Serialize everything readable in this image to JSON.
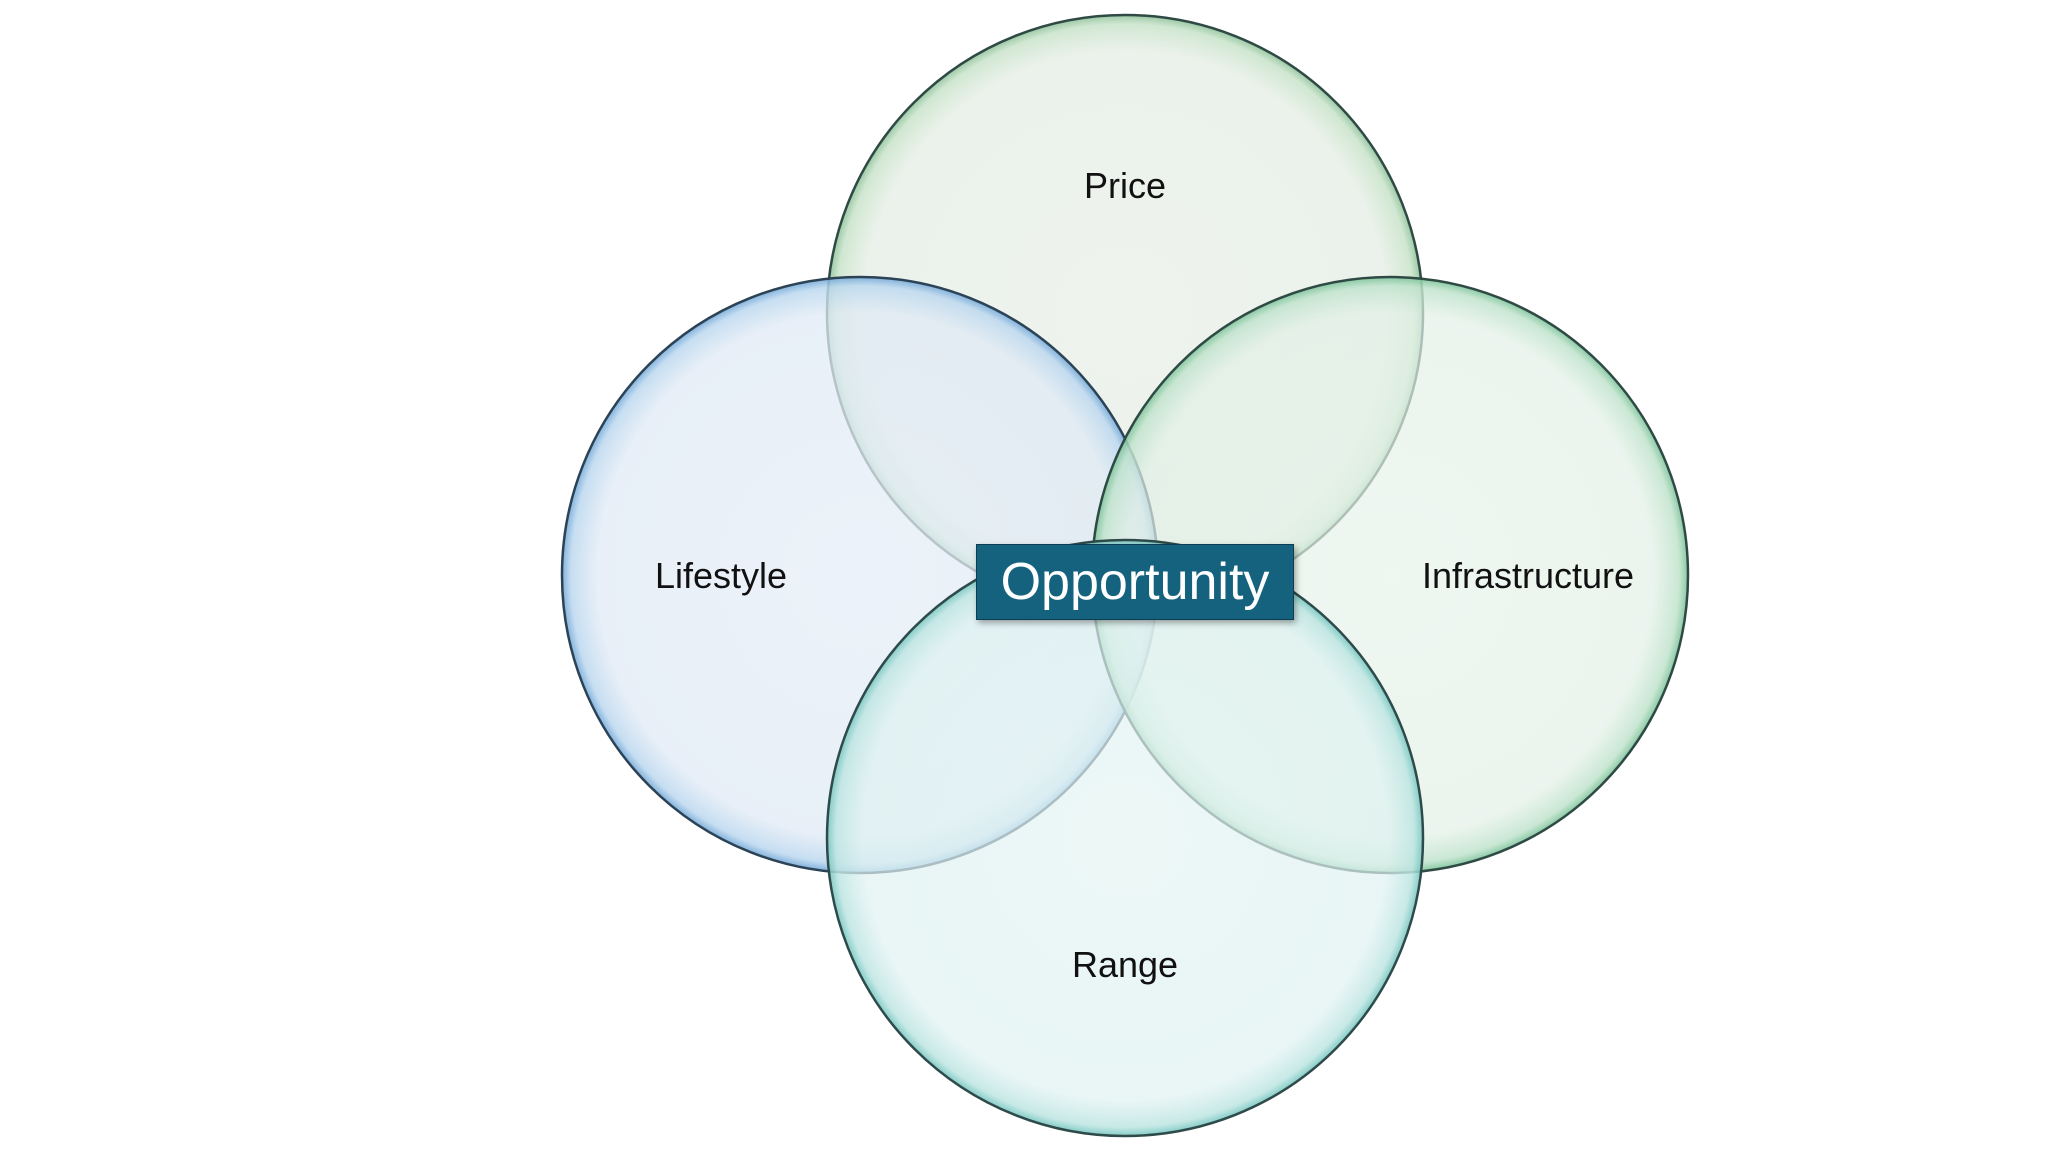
{
  "diagram": {
    "center_label": "Opportunity",
    "circles": [
      {
        "label": "Price",
        "color": "#7fb58a"
      },
      {
        "label": "Lifestyle",
        "color": "#6aa4d6"
      },
      {
        "label": "Infrastructure",
        "color": "#6fbd93"
      },
      {
        "label": "Range",
        "color": "#6ec4bd"
      }
    ],
    "colors": {
      "center_box": "#15627f",
      "outline": "#2f4a44"
    }
  }
}
